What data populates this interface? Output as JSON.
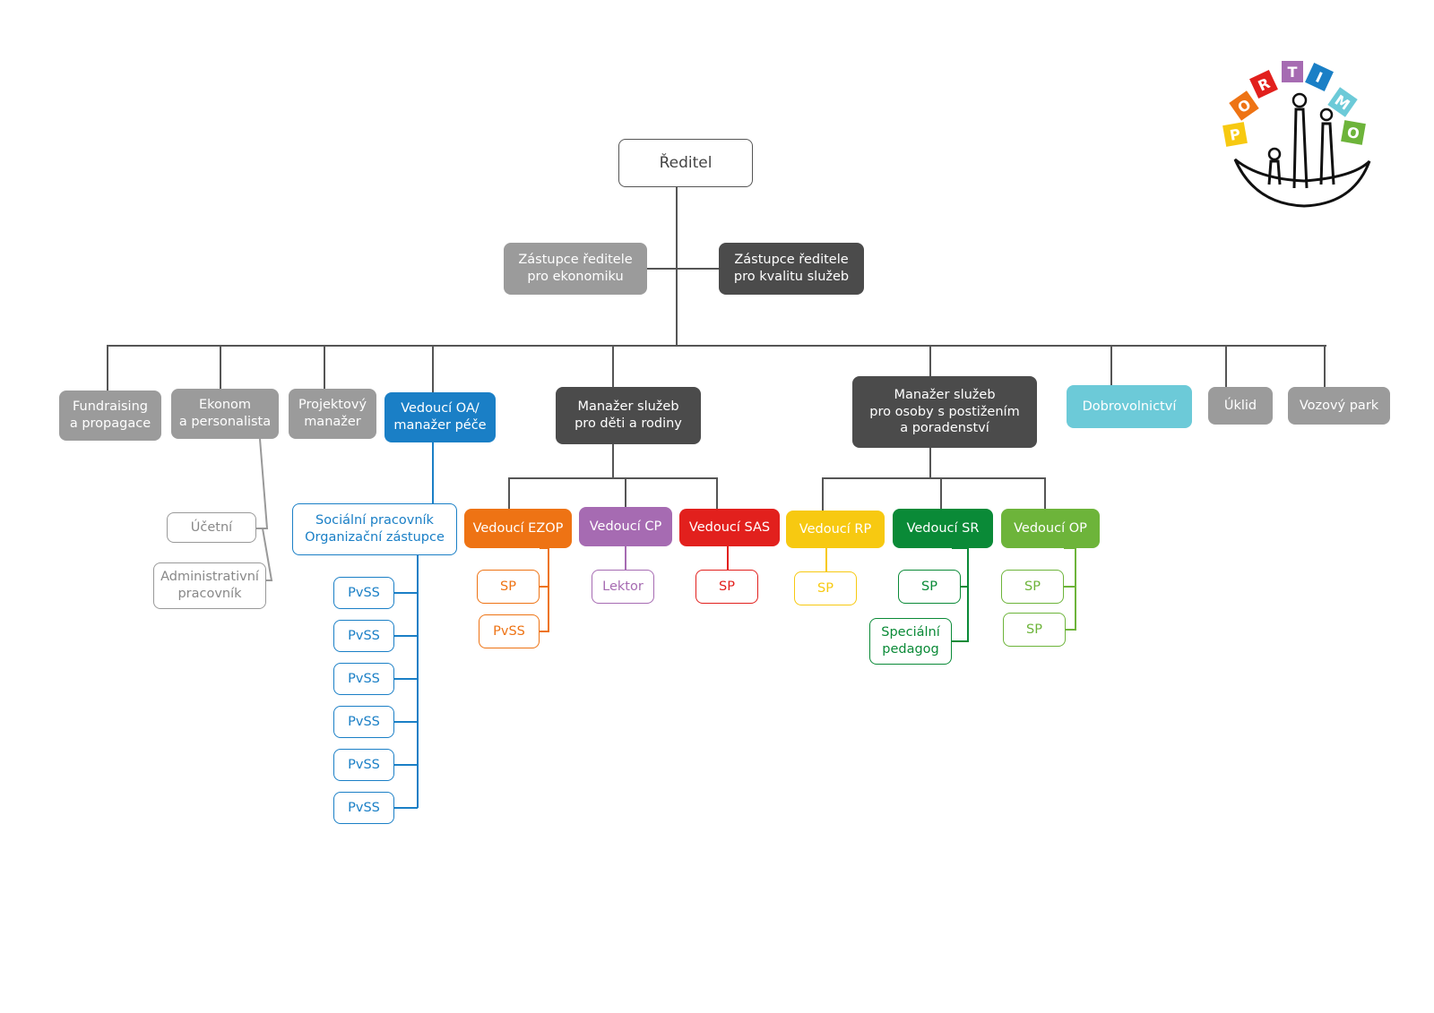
{
  "chart": {
    "director": "Ředitel",
    "deputies": {
      "economics": [
        "Zástupce ředitele",
        "pro ekonomiku"
      ],
      "quality": [
        "Zástupce ředitele",
        "pro kvalitu služeb"
      ]
    },
    "level1": {
      "fundraising": [
        "Fundraising",
        "a propagace"
      ],
      "ekonom": [
        "Ekonom",
        "a personalista"
      ],
      "projektovy": [
        "Projektový",
        "manažer"
      ],
      "vedouci_oa": [
        "Vedoucí OA/",
        "manažer péče"
      ],
      "manazer_deti": [
        "Manažer služeb",
        "pro děti a rodiny"
      ],
      "manazer_osoby": [
        "Manažer služeb",
        "pro osoby s postižením",
        "a poradenství"
      ],
      "dobrovolnictvi": [
        "Dobrovolnictví"
      ],
      "uklid": [
        "Úklid"
      ],
      "vozovy_park": [
        "Vozový park"
      ]
    },
    "ekonom_staff": {
      "ucetni": [
        "Účetní"
      ],
      "administrativni": [
        "Administrativní",
        "pracovník"
      ]
    },
    "socialni": [
      "Sociální pracovník",
      "Organizační zástupce"
    ],
    "pvss": [
      "PvSS",
      "PvSS",
      "PvSS",
      "PvSS",
      "PvSS",
      "PvSS"
    ],
    "teams": {
      "ezop": {
        "head": [
          "Vedoucí EZOP"
        ],
        "staff": [
          [
            "SP"
          ],
          [
            "PvSS"
          ]
        ]
      },
      "cp": {
        "head": [
          "Vedoucí CP"
        ],
        "staff": [
          [
            "Lektor"
          ]
        ]
      },
      "sas": {
        "head": [
          "Vedoucí SAS"
        ],
        "staff": [
          [
            "SP"
          ]
        ]
      },
      "rp": {
        "head": [
          "Vedoucí RP"
        ],
        "staff": [
          [
            "SP"
          ]
        ]
      },
      "sr": {
        "head": [
          "Vedoucí SR"
        ],
        "staff": [
          [
            "SP"
          ],
          [
            "Speciální",
            "pedagog"
          ]
        ]
      },
      "op": {
        "head": [
          "Vedoucí OP"
        ],
        "staff": [
          [
            "SP"
          ],
          [
            "SP"
          ]
        ]
      }
    },
    "colors": {
      "grey": "#9b9b9b",
      "dark": "#4b4b4b",
      "blue": "#1a7fc6",
      "cyan": "#6ccad8",
      "orange": "#ee7314",
      "purple": "#a66bb2",
      "red": "#e2201d",
      "yellow": "#f7c911",
      "green": "#0a8a37",
      "lime": "#6db43a",
      "line": "#555555",
      "ekonom_staff_line": "#999999"
    }
  },
  "logo": {
    "letters": [
      "P",
      "O",
      "R",
      "T",
      "I",
      "M",
      "O"
    ],
    "colors": [
      "#f7c911",
      "#ee7314",
      "#e2201d",
      "#a66bb2",
      "#1a7fc6",
      "#6ccad8",
      "#6db43a"
    ]
  }
}
